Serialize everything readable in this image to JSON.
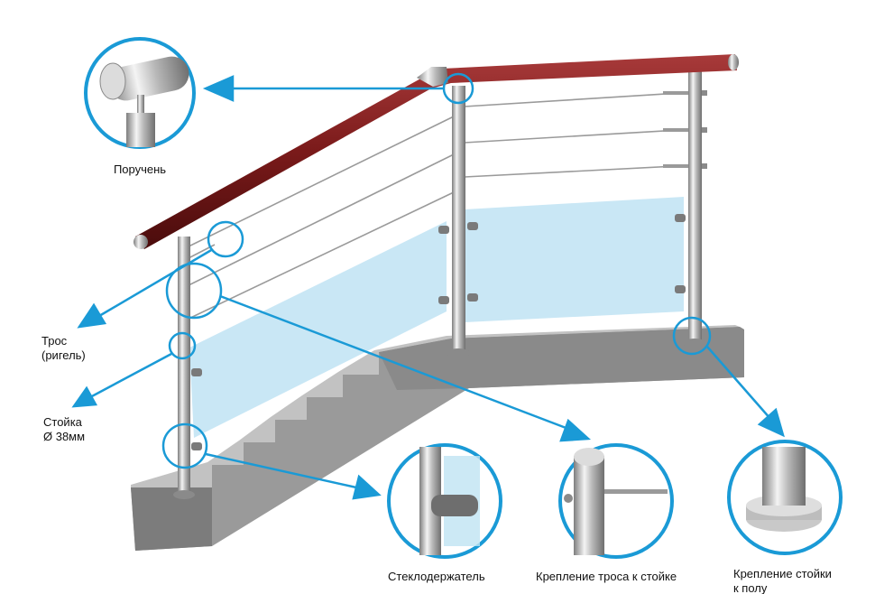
{
  "labels": {
    "handrail": "Поручень",
    "cable": "Трос\n(ригель)",
    "post": "Стойка\nØ 38мм",
    "glass_holder": "Стеклодержатель",
    "cable_mount": "Крепление троса к стойке",
    "post_floor_mount": "Крепление стойки\nк полу"
  },
  "colors": {
    "callout_blue": "#1a9ad6",
    "handrail_wood": "#7a1a1a",
    "glass": "#bfe3f3",
    "concrete": "#8c8c8c",
    "steel": "#bdbdbd"
  },
  "icons": [
    "magnifier-circle",
    "arrow"
  ]
}
